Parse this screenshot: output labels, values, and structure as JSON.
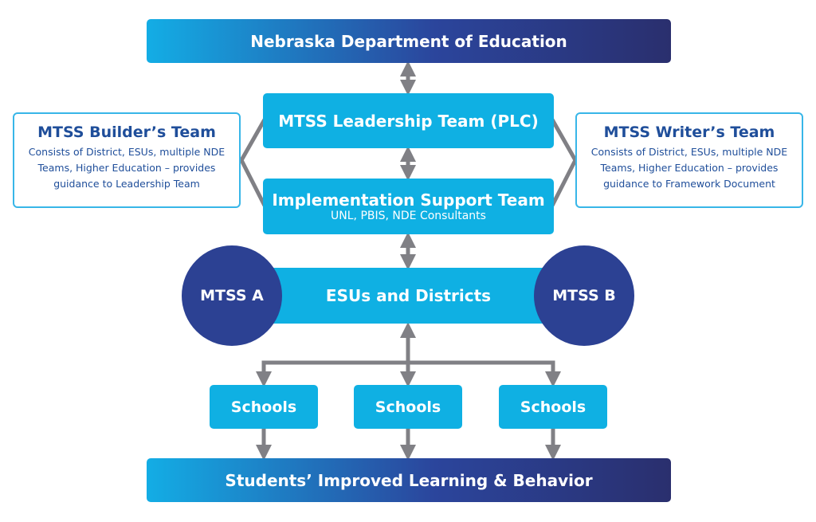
{
  "top": "Nebraska Department of Education",
  "leadership": "MTSS Leadership Team (PLC)",
  "implementation": {
    "title": "Implementation Support Team",
    "subtitle": "UNL, PBIS, NDE Consultants"
  },
  "builders": {
    "title": "MTSS Builder’s Team",
    "desc": "Consists of District, ESUs, multiple NDE Teams, Higher Education – provides guidance to Leadership Team"
  },
  "writers": {
    "title": "MTSS Writer’s Team",
    "desc": "Consists of District, ESUs, multiple NDE Teams, Higher Education – provides guidance to Framework Document"
  },
  "esus": "ESUs and Districts",
  "mtss_a": "MTSS A",
  "mtss_b": "MTSS B",
  "schools": [
    "Schools",
    "Schools",
    "Schools"
  ],
  "bottom": "Students’ Improved Learning & Behavior",
  "colors": {
    "arrow": "#808085",
    "cyan": "#0fb0e3",
    "navy": "#2c4193"
  }
}
